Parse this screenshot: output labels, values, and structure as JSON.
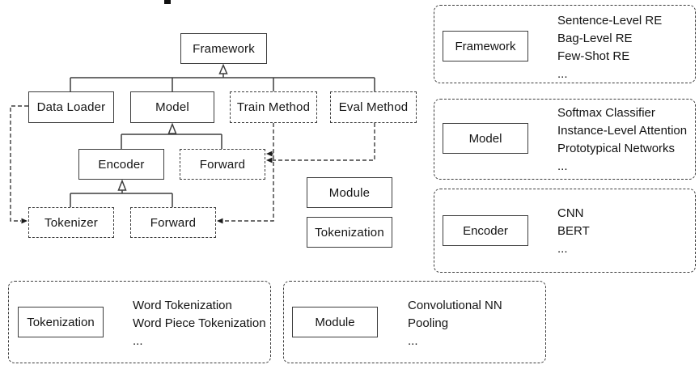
{
  "figure": {
    "tree": {
      "framework": "Framework",
      "data_loader": "Data Loader",
      "model": "Model",
      "train_method": "Train Method",
      "eval_method": "Eval Method",
      "encoder": "Encoder",
      "forward_model": "Forward",
      "tokenizer": "Tokenizer",
      "forward_encoder": "Forward",
      "module": "Module",
      "tokenization": "Tokenization"
    },
    "legend": [
      {
        "label": "Framework",
        "items": [
          "Sentence-Level RE",
          "Bag-Level RE",
          "Few-Shot RE",
          "..."
        ]
      },
      {
        "label": "Model",
        "items": [
          "Softmax Classifier",
          "Instance-Level Attention",
          "Prototypical Networks",
          "..."
        ]
      },
      {
        "label": "Encoder",
        "items": [
          "CNN",
          "BERT",
          "..."
        ]
      },
      {
        "label": "Tokenization",
        "items": [
          "Word Tokenization",
          "Word Piece Tokenization",
          "..."
        ]
      },
      {
        "label": "Module",
        "items": [
          "Convolutional NN",
          "Pooling",
          "..."
        ]
      }
    ],
    "colors": {
      "line": "#3d3d3d",
      "text": "#141414",
      "background": "#ffffff"
    }
  }
}
